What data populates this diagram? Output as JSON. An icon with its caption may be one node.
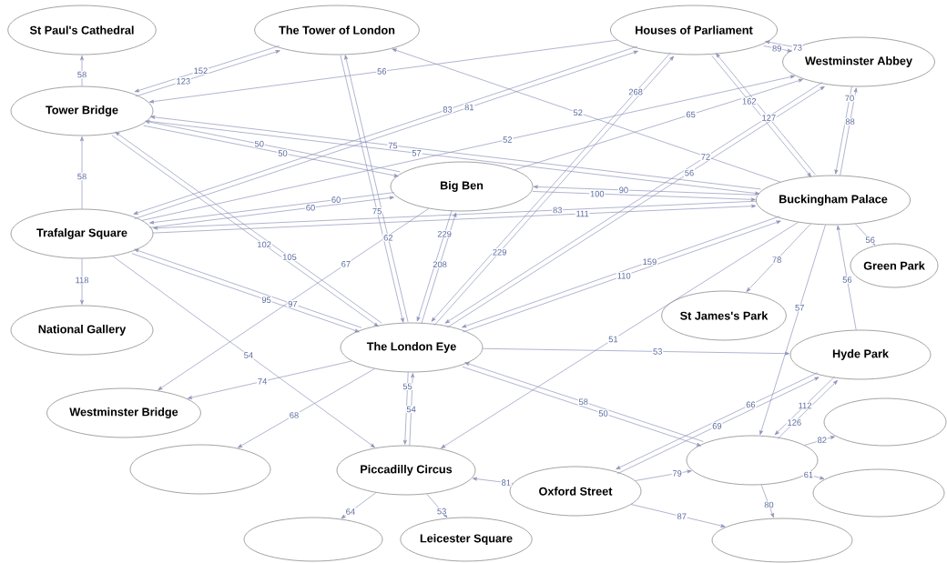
{
  "diagram": {
    "nodes": [
      {
        "text": [
          "St Paul's Cathedral"
        ]
      },
      {
        "text": [
          "The Tower of London"
        ]
      },
      {
        "text": [
          "Houses of Parliament"
        ]
      },
      {
        "text": [
          "Westminster Abbey"
        ]
      },
      {
        "text": [
          "Tower Bridge"
        ]
      },
      {
        "text": [
          "Big Ben"
        ]
      },
      {
        "text": [
          "Trafalgar Square"
        ]
      },
      {
        "text": [
          "Buckingham Palace"
        ]
      },
      {
        "text": [
          "Green Park"
        ]
      },
      {
        "text": [
          "National Gallery"
        ]
      },
      {
        "text": [
          "St James's Park"
        ]
      },
      {
        "text": [
          "The London Eye"
        ]
      },
      {
        "text": [
          "Hyde Park"
        ]
      },
      {
        "text": [
          "Westminster Bridge"
        ]
      },
      {
        "text": [],
        "shape": "ellipse"
      },
      {
        "text": [],
        "shape": "ellipse"
      },
      {
        "text": [
          "Piccadilly Circus"
        ]
      },
      {
        "text": [],
        "shape": "ellipse"
      },
      {
        "text": [
          "Oxford Street"
        ]
      },
      {
        "text": [],
        "shape": "ellipse"
      },
      {
        "text": [],
        "shape": "ellipse"
      },
      {
        "text": [
          "Leicester Square"
        ]
      },
      {
        "text": [],
        "shape": "ellipse"
      }
    ],
    "edges": [
      {
        "from": 4,
        "to": 0,
        "arrow": "to",
        "label": "58"
      },
      {
        "from": 6,
        "to": 4,
        "arrow": "to",
        "label": "58"
      },
      {
        "from": 6,
        "to": 9,
        "arrow": "to",
        "label": "118"
      },
      {
        "from": 1,
        "to": 4,
        "arrow": "to",
        "label": "152"
      },
      {
        "from": 4,
        "to": 1,
        "arrow": "to",
        "label": "123"
      },
      {
        "from": 2,
        "to": 4,
        "arrow": "to",
        "label": "56"
      },
      {
        "from": 6,
        "to": 2,
        "arrow": "to",
        "label": "81"
      },
      {
        "from": 2,
        "to": 6,
        "arrow": "to",
        "label": "83"
      },
      {
        "from": 7,
        "to": 1,
        "arrow": "to",
        "label": "52"
      },
      {
        "from": 6,
        "to": 3,
        "arrow": "to",
        "label": "52"
      },
      {
        "from": 5,
        "to": 3,
        "arrow": "to",
        "label": "65"
      },
      {
        "from": 2,
        "to": 11,
        "arrow": "to",
        "label": "268"
      },
      {
        "from": 11,
        "to": 2,
        "arrow": "to",
        "label": "229"
      },
      {
        "from": 7,
        "to": 2,
        "arrow": "to",
        "label": "127"
      },
      {
        "from": 2,
        "to": 7,
        "arrow": "to",
        "label": "162"
      },
      {
        "from": 3,
        "to": 2,
        "arrow": "to",
        "label": "73"
      },
      {
        "from": 2,
        "to": 3,
        "arrow": "to",
        "label": "89"
      },
      {
        "from": 7,
        "to": 3,
        "arrow": "to",
        "label": "88"
      },
      {
        "from": 3,
        "to": 7,
        "arrow": "to",
        "label": "70"
      },
      {
        "from": 11,
        "to": 3,
        "arrow": "to",
        "label": "56"
      },
      {
        "from": 3,
        "to": 11,
        "arrow": "to",
        "label": "72"
      },
      {
        "from": 7,
        "to": 5,
        "arrow": "to",
        "label": "90"
      },
      {
        "from": 5,
        "to": 7,
        "arrow": "to",
        "label": "100"
      },
      {
        "from": 6,
        "to": 7,
        "arrow": "to",
        "label": "111"
      },
      {
        "from": 7,
        "to": 6,
        "arrow": "to",
        "label": "83"
      },
      {
        "from": 6,
        "to": 5,
        "arrow": "to",
        "label": "60"
      },
      {
        "from": 5,
        "to": 6,
        "arrow": "to",
        "label": "60"
      },
      {
        "from": 1,
        "to": 11,
        "arrow": "to",
        "label": "75"
      },
      {
        "from": 11,
        "to": 1,
        "arrow": "to",
        "label": "62"
      },
      {
        "from": 11,
        "to": 5,
        "arrow": "to",
        "label": "208"
      },
      {
        "from": 5,
        "to": 11,
        "arrow": "to",
        "label": "229"
      },
      {
        "from": 5,
        "to": 13,
        "arrow": "to",
        "label": "67"
      },
      {
        "from": 4,
        "to": 11,
        "arrow": "to",
        "label": "102"
      },
      {
        "from": 11,
        "to": 4,
        "arrow": "to",
        "label": "105"
      },
      {
        "from": 6,
        "to": 11,
        "arrow": "to",
        "label": "95"
      },
      {
        "from": 11,
        "to": 6,
        "arrow": "to",
        "label": "97"
      },
      {
        "from": 6,
        "to": 16,
        "arrow": "to",
        "label": "54"
      },
      {
        "from": 11,
        "to": 7,
        "arrow": "to",
        "label": "110"
      },
      {
        "from": 7,
        "to": 11,
        "arrow": "to",
        "label": "159"
      },
      {
        "from": 7,
        "to": 10,
        "arrow": "to",
        "label": "78"
      },
      {
        "from": 7,
        "to": 8,
        "arrow": "to",
        "label": "56"
      },
      {
        "from": 7,
        "to": 17,
        "arrow": "to",
        "label": "57"
      },
      {
        "from": 12,
        "to": 7,
        "arrow": "to",
        "label": "56"
      },
      {
        "from": 7,
        "to": 16,
        "arrow": "to",
        "label": "51"
      },
      {
        "from": 11,
        "to": 12,
        "arrow": "to",
        "label": "53"
      },
      {
        "from": 11,
        "to": 17,
        "arrow": "to",
        "label": "50"
      },
      {
        "from": 17,
        "to": 11,
        "arrow": "to",
        "label": "58"
      },
      {
        "from": 11,
        "to": 13,
        "arrow": "to",
        "label": "74"
      },
      {
        "from": 11,
        "to": 15,
        "arrow": "to",
        "label": "68"
      },
      {
        "from": 16,
        "to": 11,
        "arrow": "to",
        "label": "54"
      },
      {
        "from": 11,
        "to": 16,
        "arrow": "to",
        "label": "55"
      },
      {
        "from": 16,
        "to": 20,
        "arrow": "to",
        "label": "64"
      },
      {
        "from": 16,
        "to": 21,
        "arrow": "to",
        "label": "53"
      },
      {
        "from": 18,
        "to": 16,
        "arrow": "to",
        "label": "81"
      },
      {
        "from": 18,
        "to": 12,
        "arrow": "to",
        "label": "69"
      },
      {
        "from": 12,
        "to": 18,
        "arrow": "to",
        "label": "66"
      },
      {
        "from": 17,
        "to": 12,
        "arrow": "to",
        "label": "126"
      },
      {
        "from": 12,
        "to": 17,
        "arrow": "to",
        "label": "112"
      },
      {
        "from": 17,
        "to": 14,
        "arrow": "to",
        "label": "82"
      },
      {
        "from": 17,
        "to": 19,
        "arrow": "to",
        "label": "61"
      },
      {
        "from": 17,
        "to": 22,
        "arrow": "to",
        "label": "80"
      },
      {
        "from": 18,
        "to": 17,
        "arrow": "to",
        "label": "79"
      },
      {
        "from": 18,
        "to": 22,
        "arrow": "to",
        "label": "87"
      },
      {
        "from": 4,
        "to": 5,
        "arrow": "to",
        "label": "50"
      },
      {
        "from": 5,
        "to": 4,
        "arrow": "to",
        "label": "50"
      },
      {
        "from": 4,
        "to": 7,
        "arrow": "to",
        "label": "57"
      },
      {
        "from": 7,
        "to": 4,
        "arrow": "to",
        "label": "75"
      }
    ]
  }
}
